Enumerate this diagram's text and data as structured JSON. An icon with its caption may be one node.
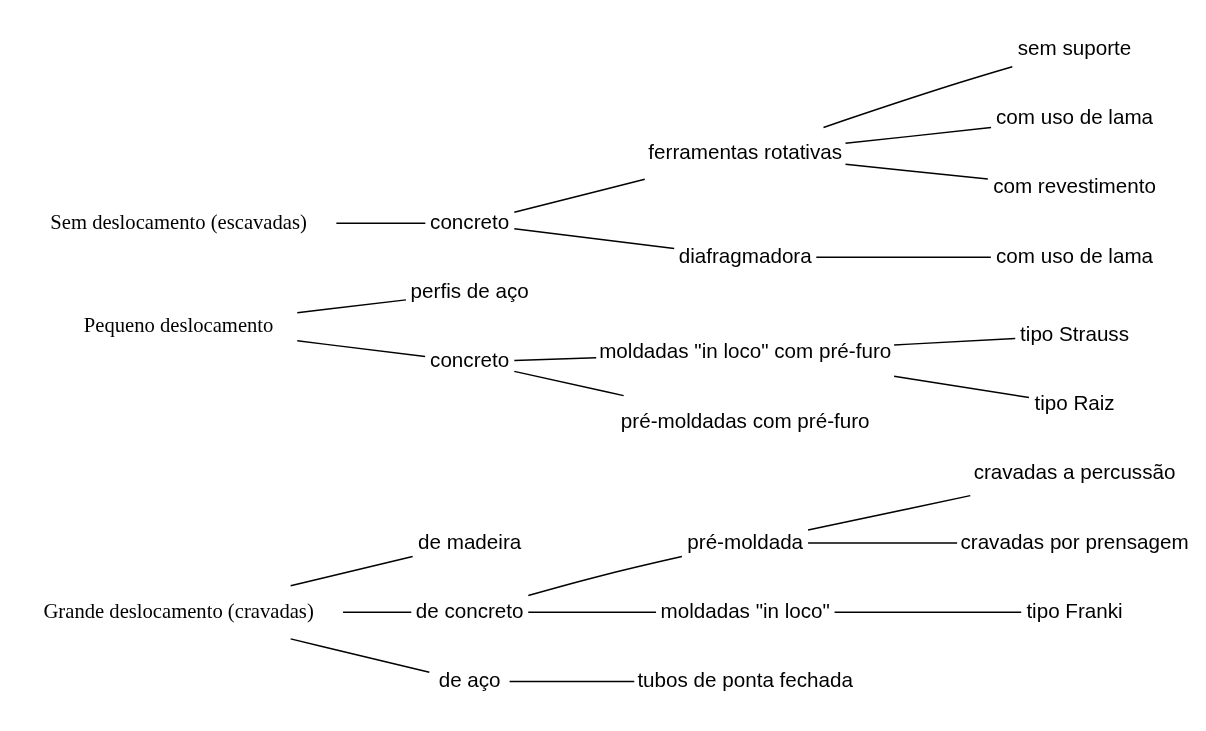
{
  "diagram": {
    "nodes": [
      {
        "text": [
          "Grande deslocamento (cravadas)"
        ]
      },
      {
        "text": [
          "de madeira"
        ]
      },
      {
        "text": [
          "de concreto"
        ]
      },
      {
        "text": [
          "pré-moldada"
        ]
      },
      {
        "text": [
          "cravadas a percussão"
        ]
      },
      {
        "text": [
          "cravadas por prensagem"
        ]
      },
      {
        "text": [
          "moldadas \"in loco\""
        ]
      },
      {
        "text": [
          "tipo Franki"
        ]
      },
      {
        "text": [
          "de aço"
        ]
      },
      {
        "text": [
          "tubos de ponta fechada"
        ]
      },
      {
        "text": [
          "Pequeno deslocamento"
        ]
      },
      {
        "text": [
          "perfis de aço"
        ]
      },
      {
        "text": [
          "concreto"
        ]
      },
      {
        "text": [
          "moldadas \"in loco\" com pré-furo"
        ]
      },
      {
        "text": [
          "tipo Strauss"
        ]
      },
      {
        "text": [
          "tipo Raiz"
        ]
      },
      {
        "text": [
          "pré-moldadas com pré-furo"
        ]
      },
      {
        "text": [
          "Sem deslocamento (escavadas)"
        ]
      },
      {
        "text": [
          "concreto"
        ]
      },
      {
        "text": [
          "ferramentas rotativas"
        ]
      },
      {
        "text": [
          "sem suporte"
        ]
      },
      {
        "text": [
          "com uso de lama"
        ]
      },
      {
        "text": [
          "com revestimento"
        ]
      },
      {
        "text": [
          "diafragmadora"
        ]
      },
      {
        "text": [
          "com uso de lama"
        ]
      }
    ],
    "edges": [
      {
        "from": 0,
        "to": 1,
        "arrow": "none"
      },
      {
        "from": 0,
        "to": 2,
        "arrow": "none"
      },
      {
        "from": 0,
        "to": 8,
        "arrow": "none"
      },
      {
        "from": 2,
        "to": 3,
        "arrow": "none"
      },
      {
        "from": 2,
        "to": 6,
        "arrow": "none"
      },
      {
        "from": 3,
        "to": 4,
        "arrow": "none"
      },
      {
        "from": 3,
        "to": 5,
        "arrow": "none"
      },
      {
        "from": 6,
        "to": 7,
        "arrow": "none"
      },
      {
        "from": 8,
        "to": 9,
        "arrow": "none"
      },
      {
        "from": 10,
        "to": 11,
        "arrow": "none"
      },
      {
        "from": 10,
        "to": 12,
        "arrow": "none"
      },
      {
        "from": 12,
        "to": 13,
        "arrow": "none"
      },
      {
        "from": 12,
        "to": 16,
        "arrow": "none"
      },
      {
        "from": 13,
        "to": 14,
        "arrow": "none"
      },
      {
        "from": 13,
        "to": 15,
        "arrow": "none"
      },
      {
        "from": 17,
        "to": 18,
        "arrow": "none"
      },
      {
        "from": 18,
        "to": 19,
        "arrow": "none"
      },
      {
        "from": 18,
        "to": 23,
        "arrow": "none"
      },
      {
        "from": 19,
        "to": 20,
        "arrow": "none"
      },
      {
        "from": 19,
        "to": 21,
        "arrow": "none"
      },
      {
        "from": 19,
        "to": 22,
        "arrow": "none"
      },
      {
        "from": 23,
        "to": 24,
        "arrow": "none"
      }
    ]
  }
}
